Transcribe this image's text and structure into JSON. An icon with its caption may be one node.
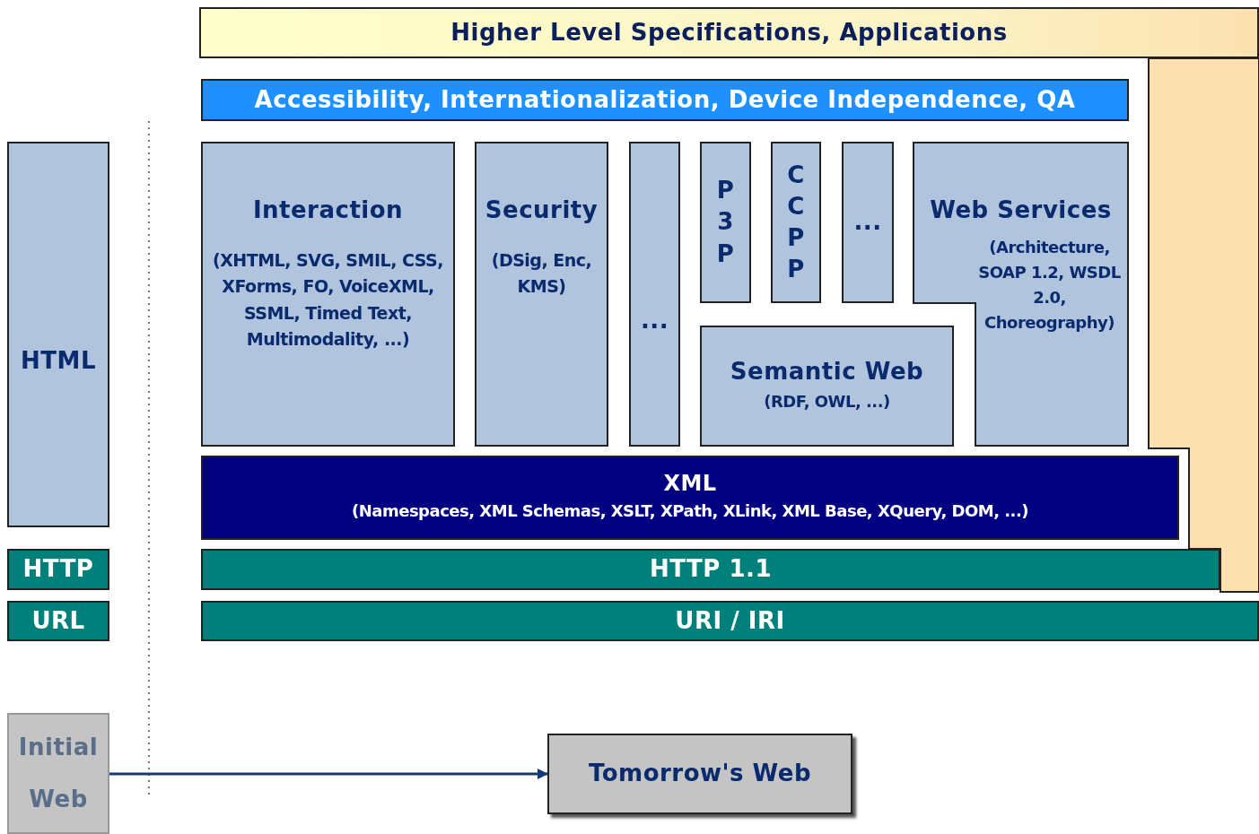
{
  "diagram": {
    "nodes": [
      {
        "text": [
          "Higher Level Specifications, Applications"
        ]
      },
      {
        "text": [
          "Accessibility, Internationalization, Device Independence, QA"
        ]
      },
      {
        "text": [
          "Interaction",
          "(XHTML, SVG, SMIL, CSS, XForms, FO, VoiceXML, SSML, Timed Text, Multimodality, ...)"
        ]
      },
      {
        "text": [
          "Security",
          "(DSig, Enc, KMS)"
        ]
      },
      {
        "text": [
          "..."
        ]
      },
      {
        "text": [
          "P3P"
        ]
      },
      {
        "text": [
          "CCPP"
        ]
      },
      {
        "text": [
          "..."
        ]
      },
      {
        "text": [
          "Web Services",
          "(Architecture, SOAP 1.2, WSDL 2.0, Choreography)"
        ]
      },
      {
        "text": [
          "Semantic Web",
          "(RDF, OWL, ...)"
        ]
      },
      {
        "text": [
          "XML",
          "(Namespaces, XML Schemas, XSLT, XPath, XLink, XML Base, XQuery, DOM, ...)"
        ]
      },
      {
        "text": [
          "HTTP 1.1"
        ]
      },
      {
        "text": [
          "URI / IRI"
        ]
      },
      {
        "text": [
          "HTML"
        ]
      },
      {
        "text": [
          "HTTP"
        ]
      },
      {
        "text": [
          "URL"
        ]
      },
      {
        "text": [
          "Initial Web"
        ]
      },
      {
        "text": [
          "Tomorrow's Web"
        ]
      }
    ],
    "edges": [
      {
        "from": 16,
        "to": 17,
        "arrow": "to"
      }
    ]
  }
}
